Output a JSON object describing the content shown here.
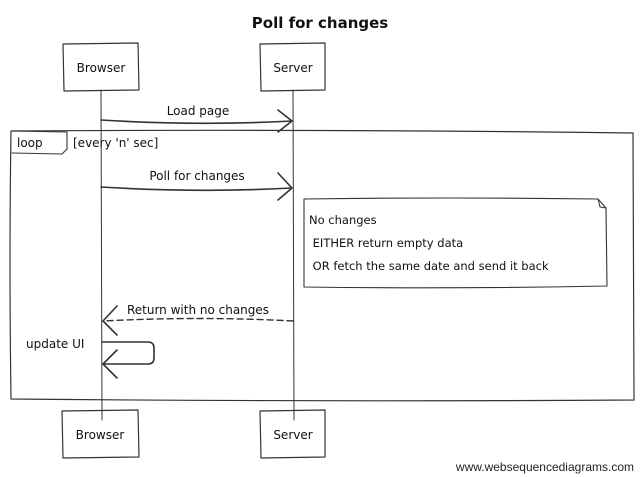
{
  "diagram": {
    "title": "Poll for changes",
    "participants": [
      {
        "id": "browser",
        "label": "Browser"
      },
      {
        "id": "server",
        "label": "Server"
      }
    ],
    "messages": [
      {
        "from": "browser",
        "to": "server",
        "label": "Load page",
        "style": "solid"
      },
      {
        "from": "browser",
        "to": "server",
        "label": "Poll for changes",
        "style": "solid"
      },
      {
        "from": "server",
        "to": "browser",
        "label": "Return with no changes",
        "style": "dashed"
      },
      {
        "from": "browser",
        "to": "browser",
        "label": "update UI",
        "style": "solid"
      }
    ],
    "loop": {
      "keyword": "loop",
      "condition": "[every 'n' sec]"
    },
    "note": {
      "over": "server",
      "lines": [
        "No changes",
        " EITHER return empty data",
        " OR fetch the same date and send it back"
      ]
    }
  },
  "footer": {
    "watermark": "www.websequencediagrams.com"
  }
}
